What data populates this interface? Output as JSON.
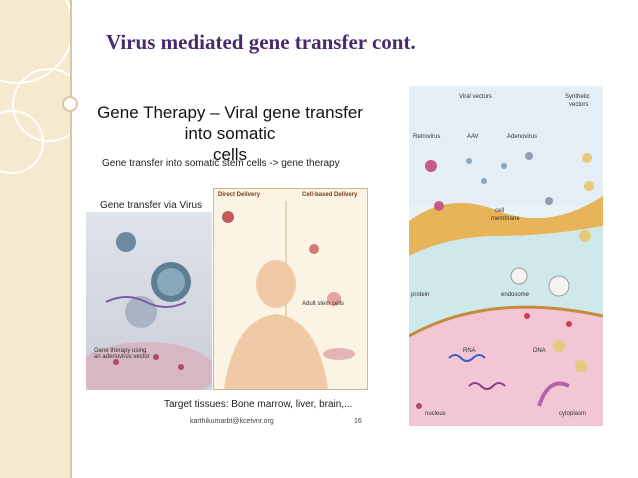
{
  "slide_title": "Virus mediated gene transfer cont.",
  "left_figure": {
    "heading_line1": "Gene Therapy – Viral gene transfer into somatic",
    "heading_line2": "cells",
    "subtitle": "Gene transfer into somatic stem cells -> gene therapy",
    "via_virus": "Gene transfer via Virus",
    "direct_delivery": "Direct Delivery",
    "cell_based_delivery": "Cell-based Delivery",
    "gene_therapy_label": "Gene therapy using an adenovirus vector",
    "adult_stem_cells": "Adult stem cells",
    "target_tissues": "Target tissues: Bone marrow, liver, brain,...",
    "email": "karthikumarbt@kcetvnr.org",
    "page_number": "16"
  },
  "right_figure": {
    "viral_vectors": "Viral vectors",
    "synthetic_vectors_line1": "Synthetic",
    "synthetic_vectors_line2": "vectors",
    "retrovirus": "Retrovirus",
    "aav": "AAV",
    "adenovirus": "Adenovirus",
    "cell_membrane_line1": "cell",
    "cell_membrane_line2": "membrane",
    "protein": "protein",
    "endosome": "endosome",
    "rna": "RNA",
    "dna": "DNA",
    "nucleus": "nucleus",
    "cytoplasm": "cytoplasm"
  },
  "colors": {
    "title": "#4a2a6a",
    "sidebar": "#f5e9cf",
    "membrane": "#e8b45a",
    "nucleus": "#f3c6d6"
  }
}
